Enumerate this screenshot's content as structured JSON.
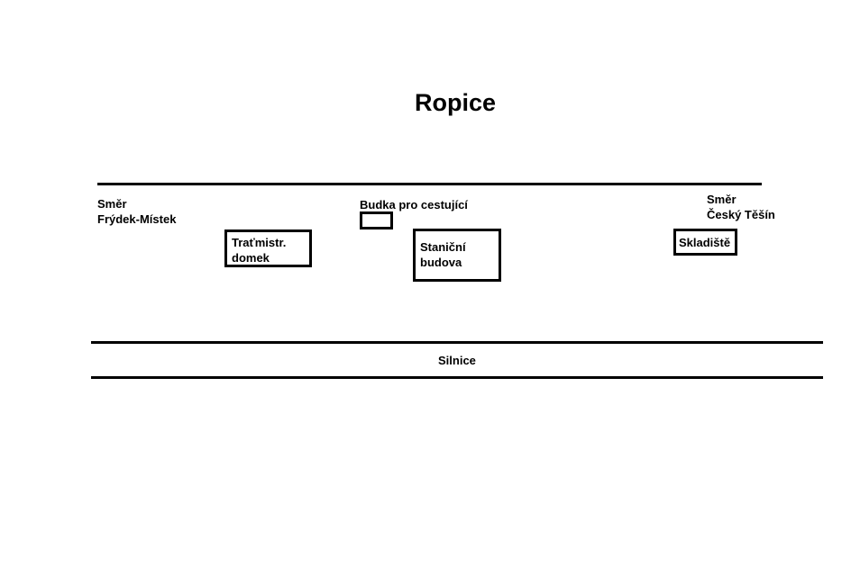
{
  "title": "Ropice",
  "direction_left": {
    "line1": "Směr",
    "line2": "Frýdek-Místek"
  },
  "direction_right": {
    "line1": "Směr",
    "line2": "Český Těšín"
  },
  "shelter": {
    "label": "Budka pro cestující"
  },
  "track_house": {
    "line1": "Traťmistr.",
    "line2": "domek"
  },
  "station_building": {
    "line1": "Staniční",
    "line2": "budova"
  },
  "warehouse": {
    "label": "Skladiště"
  },
  "road": {
    "label": "Silnice"
  }
}
